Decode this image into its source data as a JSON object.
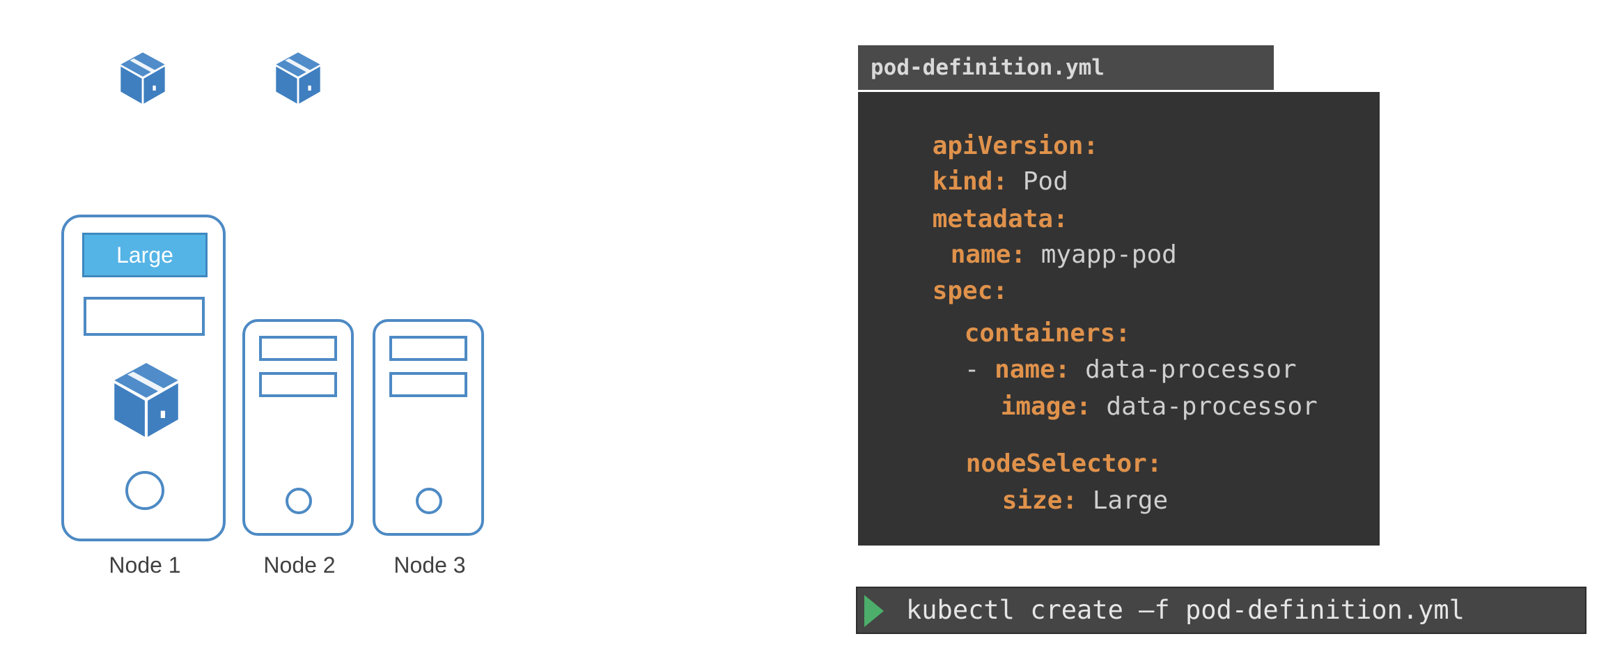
{
  "pods": [
    "pod",
    "pod"
  ],
  "nodes": [
    {
      "caption": "Node 1",
      "label": "Large"
    },
    {
      "caption": "Node 2"
    },
    {
      "caption": "Node 3"
    }
  ],
  "file": {
    "name": "pod-definition.yml",
    "lines": [
      {
        "key": "apiVersion:",
        "value": ""
      },
      {
        "key": "kind:",
        "value": " Pod"
      },
      {
        "key": "metadata:",
        "value": ""
      },
      {
        "key": "name:",
        "value": " myapp-pod"
      },
      {
        "key": "spec:",
        "value": ""
      },
      {
        "key": "containers:",
        "value": ""
      },
      {
        "prefix": "- ",
        "key": "name:",
        "value": " data-processor"
      },
      {
        "key": "image:",
        "value": " data-processor"
      },
      {
        "key": "nodeSelector:",
        "value": ""
      },
      {
        "key": "size:",
        "value": " Large"
      }
    ]
  },
  "command": "kubectl create –f pod-definition.yml",
  "colors": {
    "node_stroke": "#4d8ac4",
    "label_fill": "#55b4e6",
    "yaml_key": "#e0924b",
    "yaml_value": "#cfcfcf",
    "panel": "#333333",
    "play": "#4cae6a"
  }
}
